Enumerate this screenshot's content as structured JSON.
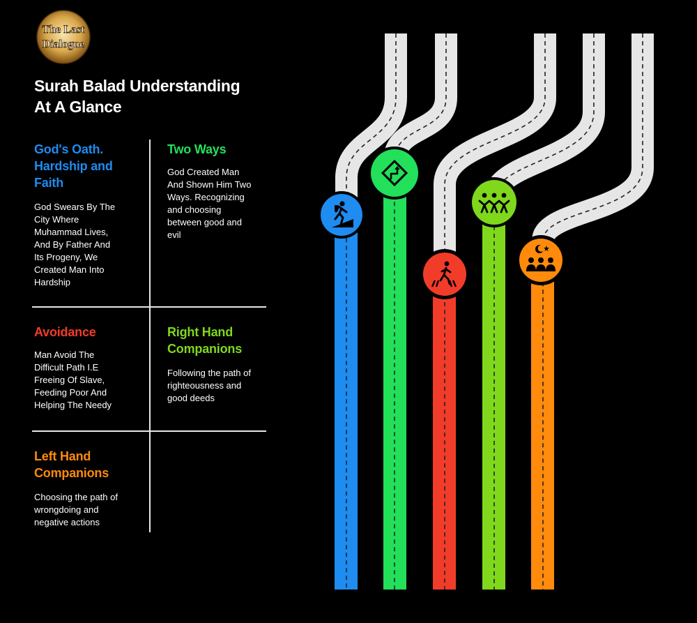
{
  "logo": {
    "text_line1": "The Last",
    "text_line2": "Dialogue"
  },
  "title": {
    "line1": "Surah Balad Understanding",
    "line2": "At A Glance"
  },
  "sections": [
    {
      "id": "gods-oath",
      "heading_lines": [
        "God's Oath.",
        "Hardship and",
        "Faith"
      ],
      "color": "#1e8cf0",
      "body_lines": [
        "God Swears By The",
        "City Where",
        "Muhammad Lives,",
        "And By Father And",
        "Its Progeny, We",
        "Created Man Into",
        "Hardship"
      ]
    },
    {
      "id": "two-ways",
      "heading_lines": [
        "Two Ways"
      ],
      "color": "#22e05a",
      "body_lines": [
        "God Created Man",
        "And Shown Him Two",
        "Ways. Recognizing",
        "and choosing",
        "between good and",
        "evil"
      ]
    },
    {
      "id": "avoidance",
      "heading_lines": [
        "Avoidance"
      ],
      "color": "#f23c2a",
      "body_lines": [
        "Man Avoid The",
        "Difficult Path I.E",
        "Freeing Of Slave,",
        "Feeding Poor And",
        "Helping The Needy"
      ]
    },
    {
      "id": "right-hand",
      "heading_lines": [
        "Right Hand",
        "Companions"
      ],
      "color": "#7fd81c",
      "body_lines": [
        "Following the path of",
        "righteousness and",
        "good deeds"
      ]
    },
    {
      "id": "left-hand",
      "heading_lines": [
        "Left Hand",
        "Companions"
      ],
      "color": "#ff8a0c",
      "body_lines": [
        "Choosing the path of",
        "wrongdoing and",
        "negative actions"
      ]
    }
  ],
  "roads": [
    {
      "name": "hardship",
      "color": "#1e8cf0",
      "icon": "climbing-icon"
    },
    {
      "name": "two-ways",
      "color": "#22e05a",
      "icon": "turn-sign-icon"
    },
    {
      "name": "avoidance",
      "color": "#f23c2a",
      "icon": "pedestrian-crossing-icon"
    },
    {
      "name": "right-hand",
      "color": "#7fd81c",
      "icon": "people-holding-hands-icon"
    },
    {
      "name": "left-hand",
      "color": "#ff8a0c",
      "icon": "crescent-star-group-icon"
    }
  ]
}
